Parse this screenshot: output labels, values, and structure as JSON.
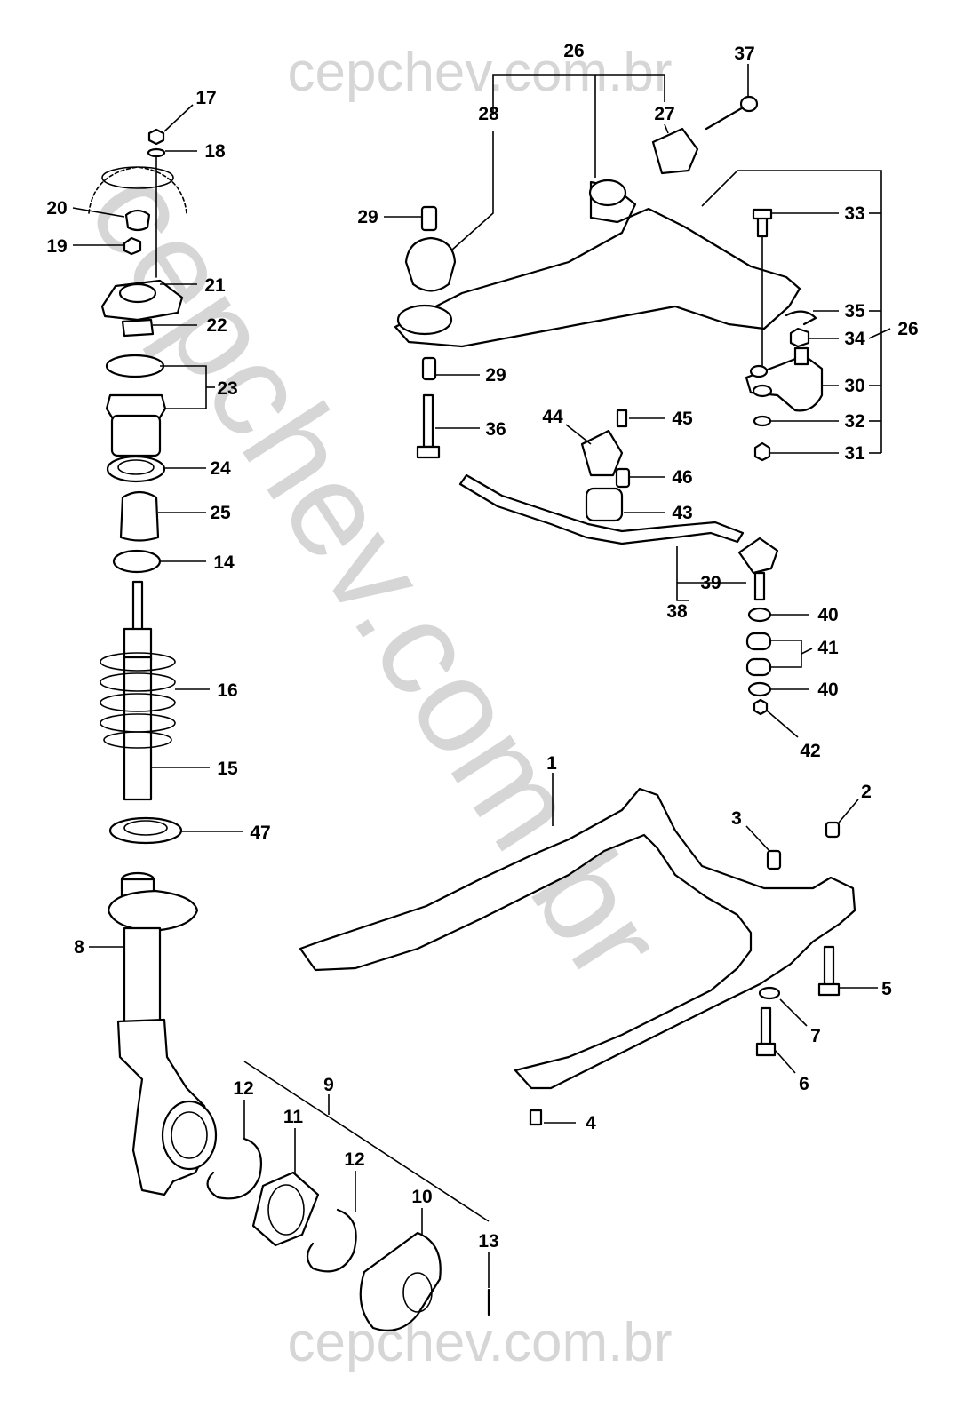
{
  "watermark": {
    "top": "cepchev.com.br",
    "bottom": "cepchev.com.br",
    "diagonal": "cepchev.com.br",
    "color": "#d6d6d6"
  },
  "callouts": [
    {
      "id": "c1",
      "text": "1"
    },
    {
      "id": "c2",
      "text": "2"
    },
    {
      "id": "c3",
      "text": "3"
    },
    {
      "id": "c4",
      "text": "4"
    },
    {
      "id": "c5",
      "text": "5"
    },
    {
      "id": "c6",
      "text": "6"
    },
    {
      "id": "c7",
      "text": "7"
    },
    {
      "id": "c8",
      "text": "8"
    },
    {
      "id": "c9",
      "text": "9"
    },
    {
      "id": "c10",
      "text": "10"
    },
    {
      "id": "c11",
      "text": "11"
    },
    {
      "id": "c12a",
      "text": "12"
    },
    {
      "id": "c12b",
      "text": "12"
    },
    {
      "id": "c13",
      "text": "13"
    },
    {
      "id": "c14",
      "text": "14"
    },
    {
      "id": "c15",
      "text": "15"
    },
    {
      "id": "c16",
      "text": "16"
    },
    {
      "id": "c17",
      "text": "17"
    },
    {
      "id": "c18",
      "text": "18"
    },
    {
      "id": "c19",
      "text": "19"
    },
    {
      "id": "c20",
      "text": "20"
    },
    {
      "id": "c21",
      "text": "21"
    },
    {
      "id": "c22",
      "text": "22"
    },
    {
      "id": "c23",
      "text": "23"
    },
    {
      "id": "c24",
      "text": "24"
    },
    {
      "id": "c25",
      "text": "25"
    },
    {
      "id": "c26a",
      "text": "26"
    },
    {
      "id": "c26b",
      "text": "26"
    },
    {
      "id": "c27",
      "text": "27"
    },
    {
      "id": "c28",
      "text": "28"
    },
    {
      "id": "c29a",
      "text": "29"
    },
    {
      "id": "c29b",
      "text": "29"
    },
    {
      "id": "c30",
      "text": "30"
    },
    {
      "id": "c31",
      "text": "31"
    },
    {
      "id": "c32",
      "text": "32"
    },
    {
      "id": "c33",
      "text": "33"
    },
    {
      "id": "c34",
      "text": "34"
    },
    {
      "id": "c35",
      "text": "35"
    },
    {
      "id": "c36",
      "text": "36"
    },
    {
      "id": "c37",
      "text": "37"
    },
    {
      "id": "c38",
      "text": "38"
    },
    {
      "id": "c39",
      "text": "39"
    },
    {
      "id": "c40a",
      "text": "40"
    },
    {
      "id": "c40b",
      "text": "40"
    },
    {
      "id": "c41",
      "text": "41"
    },
    {
      "id": "c42",
      "text": "42"
    },
    {
      "id": "c43",
      "text": "43"
    },
    {
      "id": "c44",
      "text": "44"
    },
    {
      "id": "c45",
      "text": "45"
    },
    {
      "id": "c46",
      "text": "46"
    },
    {
      "id": "c47",
      "text": "47"
    }
  ]
}
